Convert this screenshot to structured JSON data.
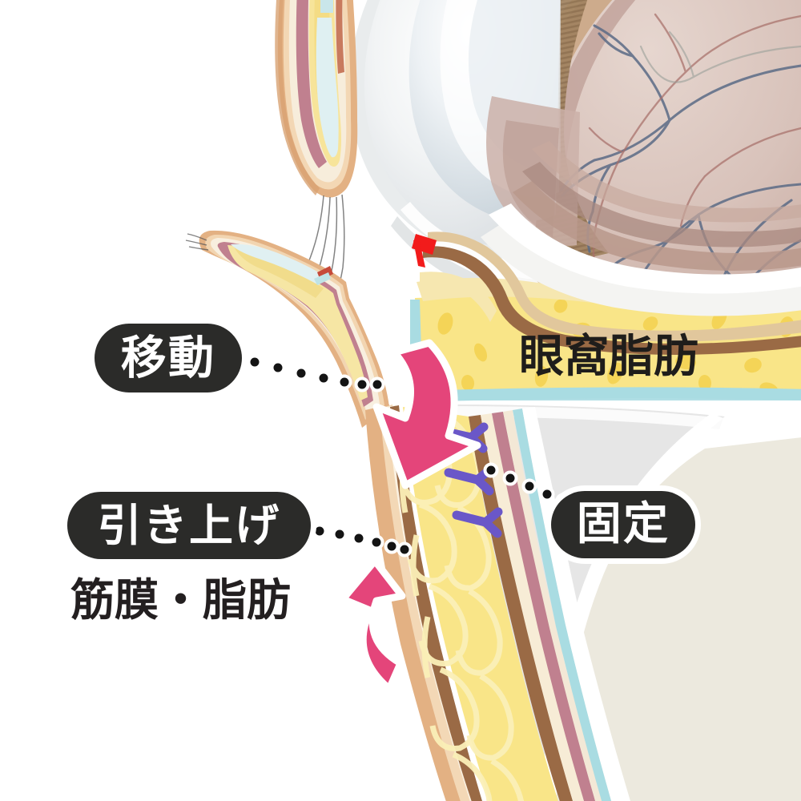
{
  "illustration": {
    "title": "Lower eyelid transconjunctival fat repositioning cross-section",
    "background_color": "#ffffff",
    "palette": {
      "skin": "#e3b183",
      "skin_light": "#f3d7b4",
      "dermis_cream": "#f6ecd8",
      "brown_line": "#9a6a45",
      "fat_yellow": "#f9e588",
      "fat_yellow_deep": "#f6d44e",
      "fat_cell_fill": "#fbeeae",
      "muscle_rose": "#c0808f",
      "fascia_cyan": "#a9dce2",
      "sclera_white": "#f4f4f2",
      "globe_pink": "#d9c2bb",
      "globe_shadow": "#c2a79e",
      "iris_brown": "#9c7d5e",
      "vessel_blue": "#5b6b86",
      "vessel_red": "#a8706a",
      "bone_cream": "#ece9de",
      "septum_gray": "#e4e4e4",
      "arrow_pink": "#e4457a",
      "suture_purple": "#6a57c8",
      "marker_red": "#f21b1b",
      "label_dark": "#2b2b29",
      "label_text": "#ffffff",
      "dot_black": "#141414"
    }
  },
  "labels": {
    "move": {
      "text": "移動",
      "style": "pill"
    },
    "pull_up": {
      "text": "引き上げ",
      "style": "pill"
    },
    "fascia_fat": {
      "text": "筋膜・脂肪",
      "style": "plain"
    },
    "fixation": {
      "text": "固定",
      "style": "pill"
    },
    "orbital_fat": {
      "text": "眼窩脂肪",
      "style": "plain"
    }
  },
  "annotations": {
    "leader_move": {
      "from_label": "移動",
      "dot_count": 7
    },
    "leader_pull": {
      "from_label": "引き上げ",
      "dot_count": 6
    },
    "leader_fix": {
      "from_label": "固定",
      "dot_count": 5
    },
    "arrow_move": {
      "direction": "down-curved",
      "color": "#e4457a"
    },
    "arrow_pull": {
      "direction": "up-curved",
      "color": "#e4457a"
    },
    "sutures": {
      "count": 3,
      "color": "#6a57c8",
      "shape": "Y-stitch"
    },
    "incision_marker": {
      "color": "#f21b1b",
      "location": "conjunctival-fornix"
    }
  }
}
